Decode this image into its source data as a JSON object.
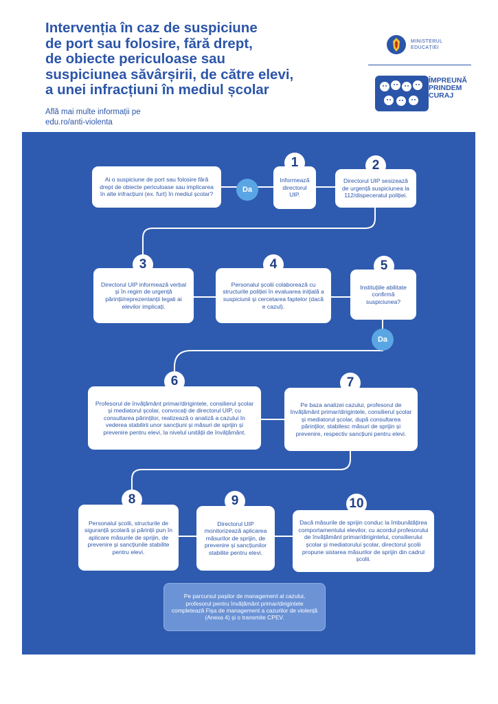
{
  "header": {
    "title": "Intervenția în caz de suspiciune\nde port sau folosire, fără drept,\nde obiecte periculoase sau\nsuspiciunea săvârșirii, de către elevi,\na unei infracțiuni în mediul școlar",
    "more_info": "Află mai multe informații pe",
    "url": "edu.ro/anti-violenta",
    "ministry_logo_text": "MINISTERUL EDUCAȚIEI",
    "campaign_text": "ÎMPREUNĂ PRINDEM CURAJ"
  },
  "flow": {
    "start_text": "Ai o suspiciune de port sau folosire fără drept de obiecte periculoase sau implicarea în alte infracțiuni (ex. furt) în mediul școlar?",
    "yes_label_1": "Da",
    "yes_label_2": "Da",
    "steps": [
      {
        "number": "1",
        "text": "Informează directorul UIP."
      },
      {
        "number": "2",
        "text": "Directorul UIP sesizează de urgență suspiciunea la 112/dispeceratul poliției."
      },
      {
        "number": "3",
        "text": "Directorul UIP informează verbal și în regim de urgență părinții/reprezentanții legali ai elevilor implicați."
      },
      {
        "number": "4",
        "text": "Personalul școlii colaborează cu structurile poliției în evaluarea inițială a suspiciunii și cercetarea faptelor (dacă e cazul)."
      },
      {
        "number": "5",
        "text": "Instituțiile abilitate confirmă suspiciunea?"
      },
      {
        "number": "6",
        "text": "Profesorul de învățământ primar/dirigintele, consilierul școlar și mediatorul școlar, convocați de directorul UIP, cu consultarea părinților, realizează o analiză a cazului în vederea stabilirii unor sancțiuni și măsuri de sprijin și prevenire pentru elevi, la nivelul unității de învățământ."
      },
      {
        "number": "7",
        "text": "Pe baza analizei cazului, profesorul de învățământ primar/dirigintele, consilierul școlar și mediatorul școlar, după consultarea părinților, stabilesc măsuri de sprijin și prevenire, respectiv sancțiuni pentru elevi."
      },
      {
        "number": "8",
        "text": "Personalul școlii, structurile de siguranță școlară și părinții pun în aplicare măsurile de sprijin, de prevenire și sancțiunile stabilite pentru elevi."
      },
      {
        "number": "9",
        "text": "Directorul UIP monitorizează aplicarea măsurilor de sprijin, de prevenire și sancțiunilor stabilite pentru elevi."
      },
      {
        "number": "10",
        "text": "Dacă măsurile de sprijin conduc la îmbunătățirea comportamentului elevilor, cu acordul profesorului de învățământ primar/dirigintelui, consilierului școlar și mediatorului școlar, directorul școlii propune sistarea măsurilor de sprijin din cadrul școlii."
      }
    ],
    "final_note": "Pe parcursul pașilor de management al cazului, profesorul pentru învățământ primar/dirigintele completează Fișa de management a cazurilor de violență (Anexa 4) și o transmite CPEV."
  },
  "colors": {
    "panel_blue": "#2e5bb0",
    "title_blue": "#2b55a8",
    "yes_circle": "#5aa6e4",
    "box_white": "#ffffff"
  }
}
